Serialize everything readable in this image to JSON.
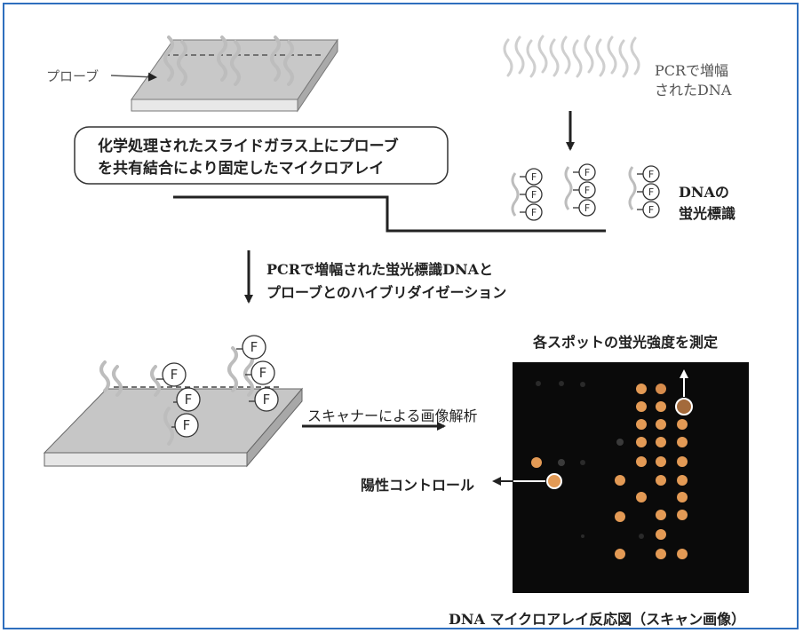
{
  "labels": {
    "probe": "プローブ",
    "pcr_dna_line1": "PCRで増幅",
    "pcr_dna_line2": "されたDNA",
    "microarray_line1": "化学処理されたスライドガラス上にプローブ",
    "microarray_line2": "を共有結合により固定したマイクロアレイ",
    "dna_label_line1": "DNAの",
    "dna_label_line2": "蛍光標識",
    "hybrid_line1": "PCRで増幅された蛍光標識DNAと",
    "hybrid_line2": "プローブとのハイブリダイゼーション",
    "measure": "各スポットの蛍光強度を測定",
    "scanner": "スキャナーによる画像解析",
    "positive_control": "陽性コントロール",
    "caption": "DNA マイクロアレイ反応図（スキャン画像）",
    "fluor_tag": "F"
  },
  "colors": {
    "frame": "#2f6fbe",
    "slide_top": "#c4c4c4",
    "scan_bg": "#0a0a0a",
    "spot_orange": "#e39a55",
    "arrow": "#222222"
  }
}
